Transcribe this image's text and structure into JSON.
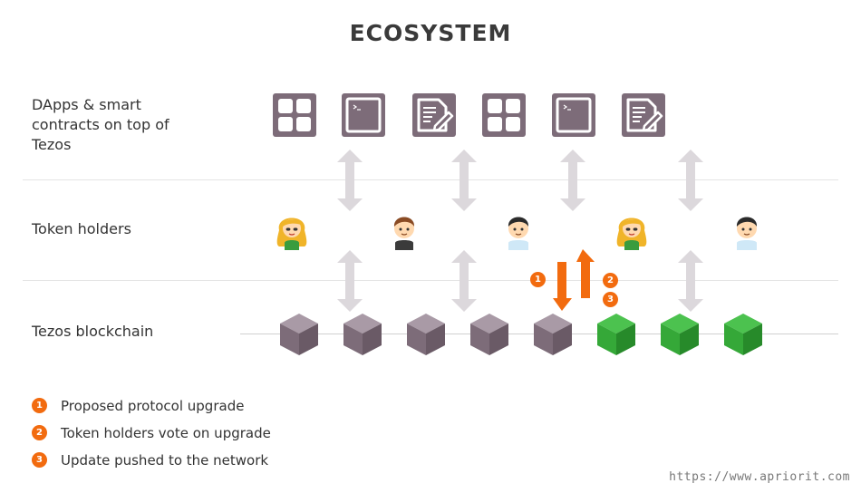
{
  "title": "ECOSYSTEM",
  "rows": {
    "dapps": "DApps & smart contracts on top of Tezos",
    "holders": "Token holders",
    "chain": "Tezos blockchain"
  },
  "steps": [
    {
      "num": "1",
      "text": "Proposed protocol upgrade"
    },
    {
      "num": "2",
      "text": "Token holders vote on upgrade"
    },
    {
      "num": "3",
      "text": "Update pushed to the network"
    }
  ],
  "footer": "https://www.apriorit.com",
  "dapp_icons": [
    "grid-app-icon",
    "terminal-icon",
    "document-edit-icon",
    "grid-app-icon",
    "terminal-icon",
    "document-edit-icon"
  ],
  "token_holder_icons": [
    "blonde-woman-icon",
    "brown-hair-man-icon",
    "black-hair-man-icon",
    "blonde-woman-icon",
    "black-hair-man-icon"
  ],
  "blocks": [
    "mauve",
    "mauve",
    "mauve",
    "mauve",
    "mauve",
    "green",
    "green",
    "green"
  ],
  "colors": {
    "accent": "#f26b0f",
    "dapp_tile": "#7d6c79",
    "block_old": "#8a7a86",
    "block_new": "#35a838",
    "connector": "#dcd8dc"
  }
}
